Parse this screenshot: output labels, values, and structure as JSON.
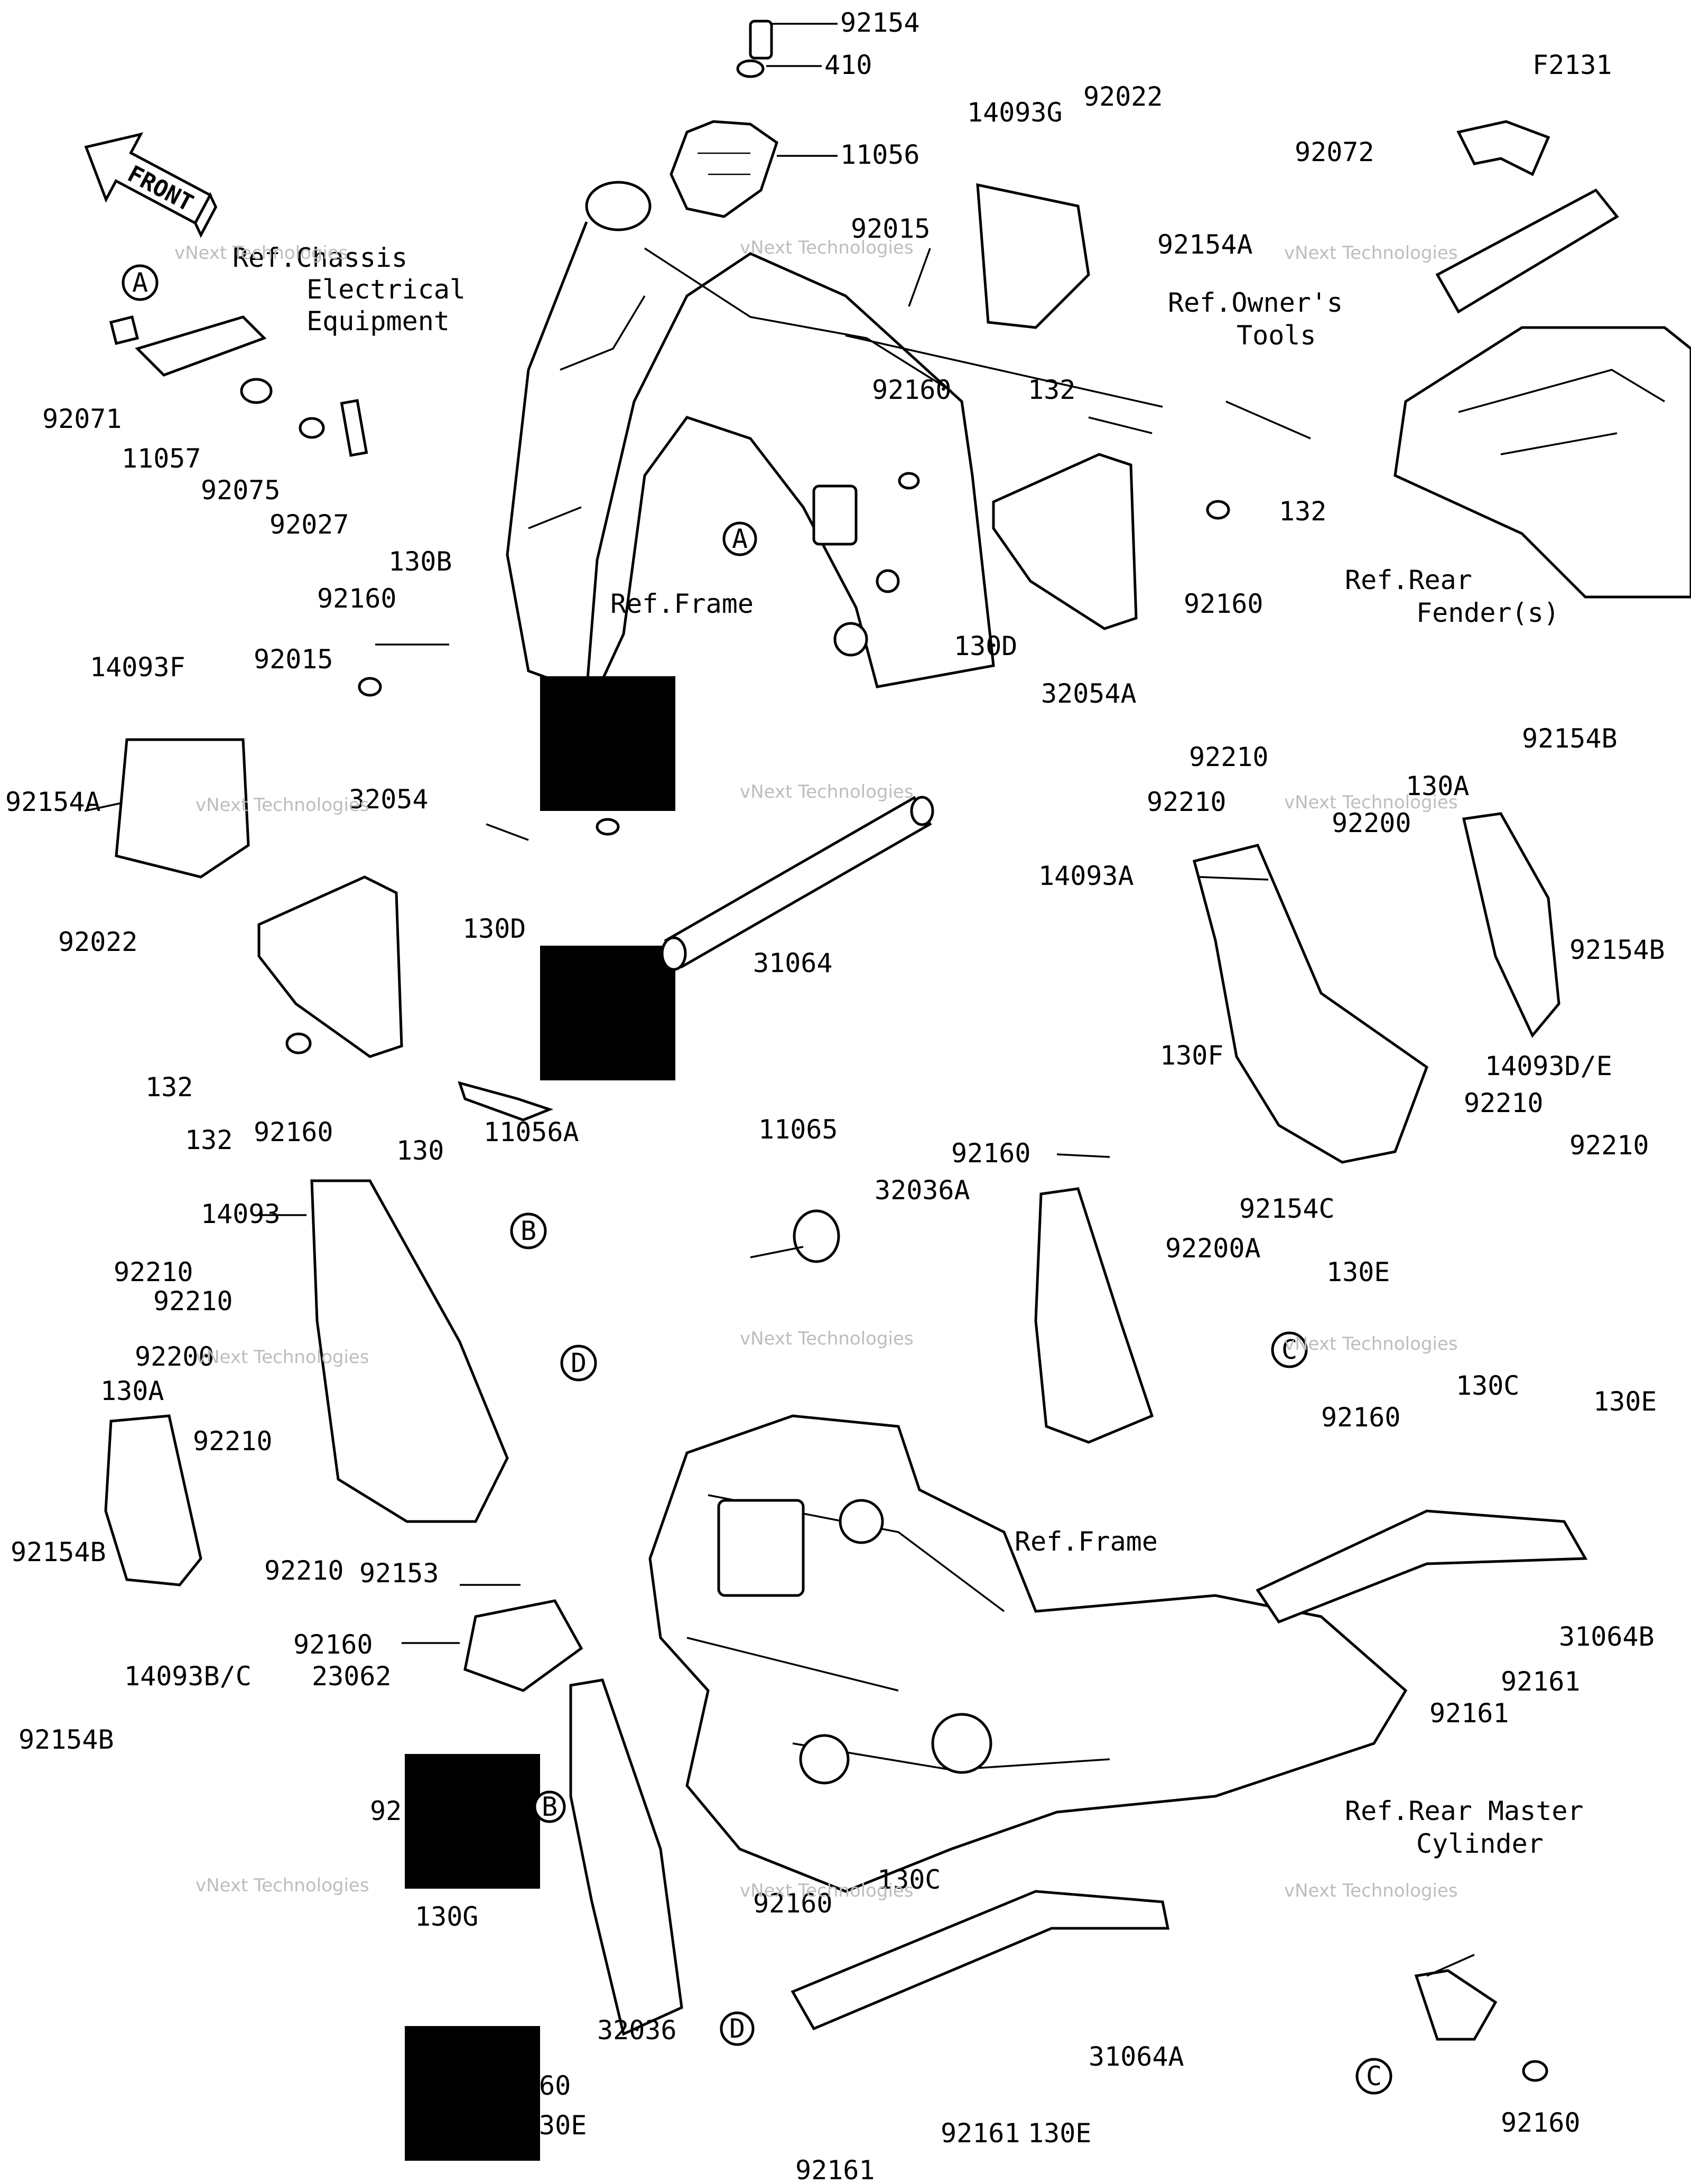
{
  "figure_code": "F2131",
  "front_arrow": "FRONT",
  "labels": {
    "p92154": "92154",
    "p410": "410",
    "p11056": "11056",
    "p14093G": "14093G",
    "p92022": "92022",
    "p92072": "92072",
    "p92015": "92015",
    "p92154A": "92154A",
    "refOwnersTools": "Ref.Owner's\nTools",
    "refChassisElec": "Ref.Chassis\nElectrical\nEquipment",
    "p92071": "92071",
    "p11057": "11057",
    "p92075": "92075",
    "p92027": "92027",
    "p130B": "130B",
    "p92160a": "92160",
    "p132a": "132",
    "p132b": "132",
    "p92160b": "92160",
    "refRearFender": "Ref.Rear\nFender(s)",
    "p130D": "130D",
    "p32054A": "32054A",
    "p92160c": "92160",
    "refFrame1": "Ref.Frame",
    "p92160d": "92160",
    "p14093F": "14093F",
    "p92015b": "92015",
    "p32054": "32054",
    "p92154A2": "92154A",
    "p92022b": "92022",
    "p130D2": "130D",
    "p31064": "31064",
    "p132c": "132",
    "p132d": "132",
    "p92160e": "92160",
    "p130": "130",
    "p11056A": "11056A",
    "p92210a": "92210",
    "p92154B": "92154B",
    "p92210b": "92210",
    "p130A": "130A",
    "p92200": "92200",
    "p14093A": "14093A",
    "p92154B2": "92154B",
    "p14093DE": "14093D/E",
    "p92210c": "92210",
    "p92210d": "92210",
    "p130F": "130F",
    "p92160f": "92160",
    "p32036A": "32036A",
    "p11065": "11065",
    "p14093": "14093",
    "p92210e": "92210",
    "p92210f": "92210",
    "p92200b": "92200",
    "p130A2": "130A",
    "p92210g": "92210",
    "p92154B3": "92154B",
    "p92210h": "92210",
    "p14093BC": "14093B/C",
    "p92154B4": "92154B",
    "p92154C": "92154C",
    "p92200A": "92200A",
    "p130E": "130E",
    "p130C": "130C",
    "p130E2": "130E",
    "p92160g": "92160",
    "refFrame2": "Ref.Frame",
    "p31064B": "31064B",
    "p92161a": "92161",
    "p92161b": "92161",
    "p92153": "92153",
    "p92160h": "92160",
    "p23062": "23062",
    "p92clip": "92",
    "p130G": "130G",
    "p32036": "32036",
    "p92160i": "92160",
    "p130C2": "130C",
    "p31064A": "31064A",
    "p60": "60",
    "p30E": "30E",
    "p130E3": "130E",
    "p92161c": "92161",
    "p92161d": "92161",
    "refRearMaster": "Ref.Rear Master\nCylinder",
    "p92160j": "92160"
  },
  "refs": {
    "A": "A",
    "B": "B",
    "C": "C",
    "D": "D"
  },
  "watermark": {
    "line1": "vNext Technologies",
    "line2": "vNext\nTechnologies"
  }
}
